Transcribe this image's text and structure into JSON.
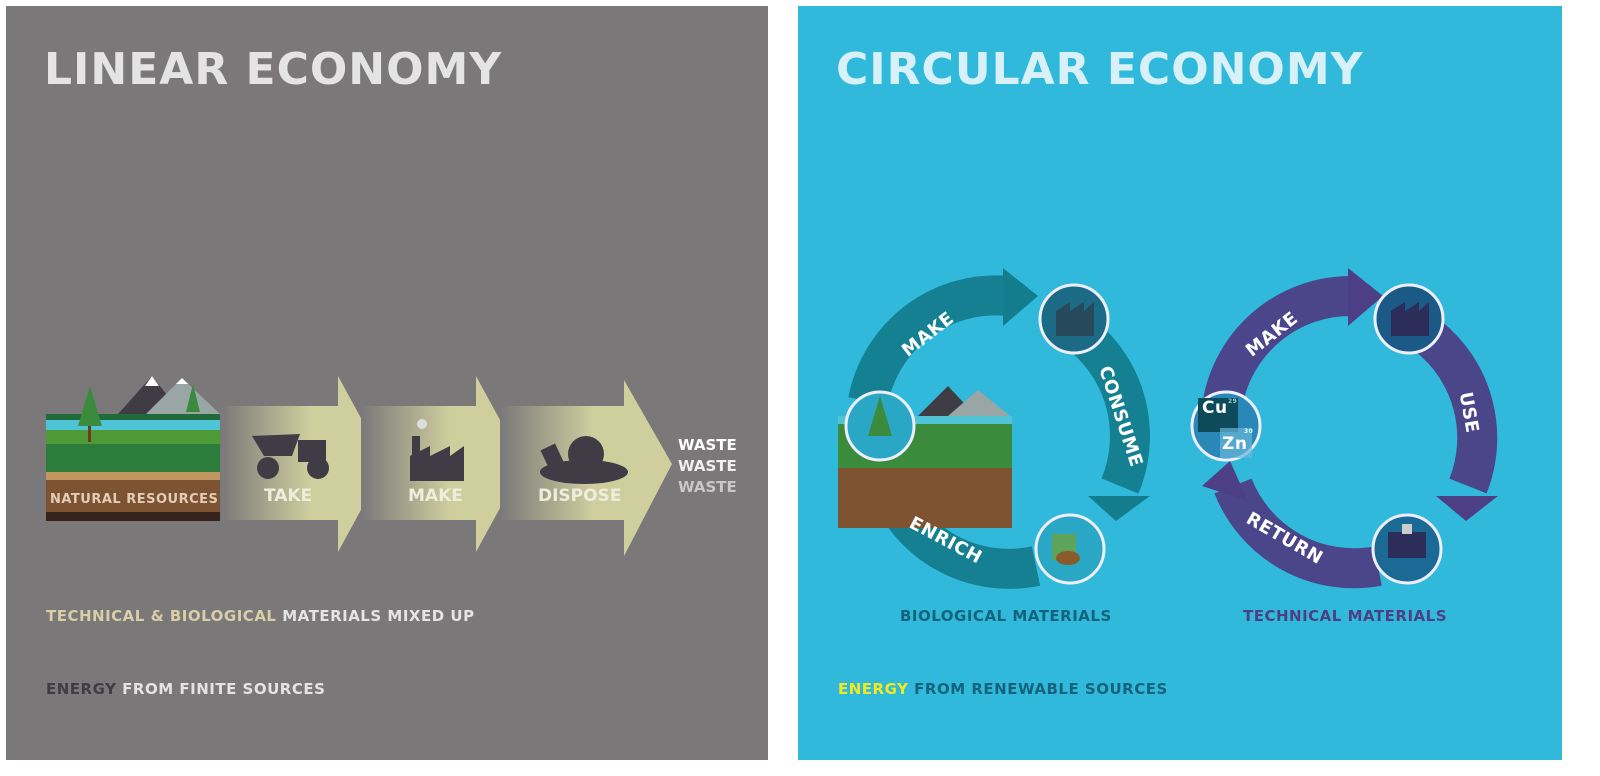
{
  "linear": {
    "title": "LINEAR ECONOMY",
    "natural_resources": "NATURAL RESOURCES",
    "steps": [
      "TAKE",
      "MAKE",
      "DISPOSE"
    ],
    "waste": [
      "WASTE",
      "WASTE",
      "WASTE"
    ],
    "materials_highlight": "TECHNICAL & BIOLOGICAL",
    "materials_rest": " MATERIALS MIXED UP",
    "energy_highlight": "ENERGY",
    "energy_rest": " FROM FINITE SOURCES"
  },
  "circular": {
    "title": "CIRCULAR ECONOMY",
    "biological": {
      "labels": [
        "MAKE",
        "CONSUME",
        "ENRICH"
      ],
      "caption": "BIOLOGICAL MATERIALS"
    },
    "technical": {
      "labels": [
        "MAKE",
        "USE",
        "RETURN"
      ],
      "caption": "TECHNICAL MATERIALS",
      "elements": [
        {
          "symbol": "Cu",
          "number": "29"
        },
        {
          "symbol": "Zn",
          "number": "30"
        }
      ]
    },
    "energy_highlight": "ENERGY",
    "energy_rest": " FROM RENEWABLE SOURCES"
  },
  "colors": {
    "linear_bg": "#7a7879",
    "circular_bg": "#31b9dc",
    "arrow": "#cfcf9e",
    "bio": "#137d8e",
    "tech": "#4d3f86",
    "energy_yellow": "#f2ea1f"
  }
}
